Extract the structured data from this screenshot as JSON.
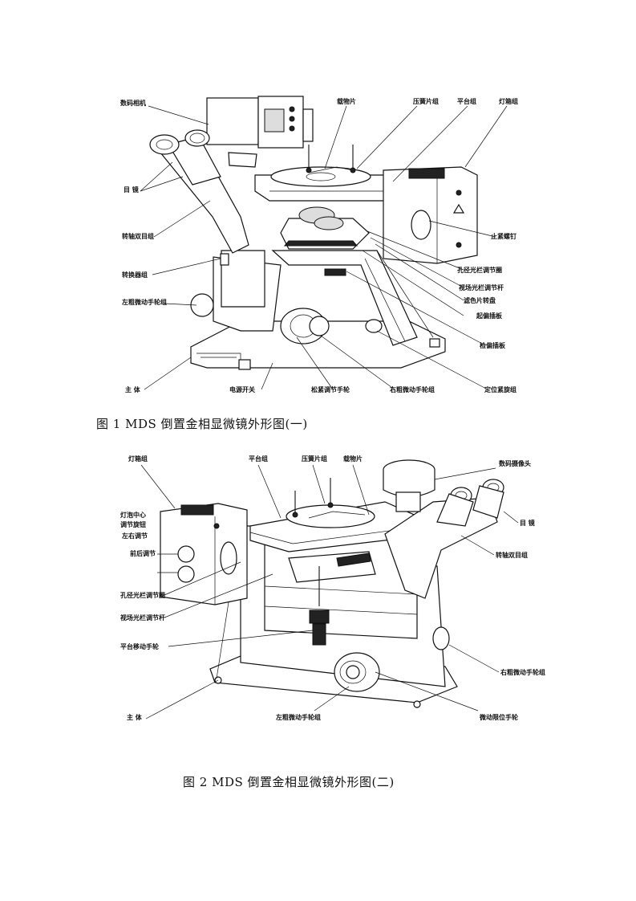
{
  "figure1": {
    "caption": "图 1   MDS 倒置金相显微镜外形图(一)",
    "labels": {
      "camera": "数码相机",
      "eyepiece": "目  镜",
      "binocular": "转轴双目组",
      "nosepiece": "转换器组",
      "left_focus": "左粗微动手轮组",
      "body": "主  体",
      "power_switch": "电源开关",
      "tension": "松紧调节手轮",
      "right_focus": "右粗微动手轮组",
      "stage_clip": "载物片",
      "press_clip": "压簧片组",
      "stage": "平台组",
      "lamp": "灯箱组",
      "lamp_screw": "止紧螺钉",
      "aperture": "孔径光栏调节圈",
      "field": "视场光栏调节杆",
      "filter": "滤色片转盘",
      "polarizer": "起偏插板",
      "analyzer": "检偏插板",
      "locator": "定位紧旋组"
    }
  },
  "figure2": {
    "caption": "图 2   MDS 倒置金相显微镜外形图(二)",
    "labels": {
      "lamp": "灯箱组",
      "lamp_center": "灯泡中心",
      "lamp_center2": "调节旋钮",
      "left_right": "左右调节",
      "front_back": "前后调节",
      "aperture": "孔径光栏调节圈",
      "field": "视场光栏调节杆",
      "stage_knob": "平台移动手轮",
      "body": "主  体",
      "stage": "平台组",
      "press_clip": "压簧片组",
      "stage_clip": "载物片",
      "camera_head": "数码摄像头",
      "eyepiece": "目  镜",
      "binocular": "转轴双目组",
      "right_focus": "右粗微动手轮组",
      "left_focus": "左粗微动手轮组",
      "fine_handwheel": "微动限位手轮"
    }
  }
}
